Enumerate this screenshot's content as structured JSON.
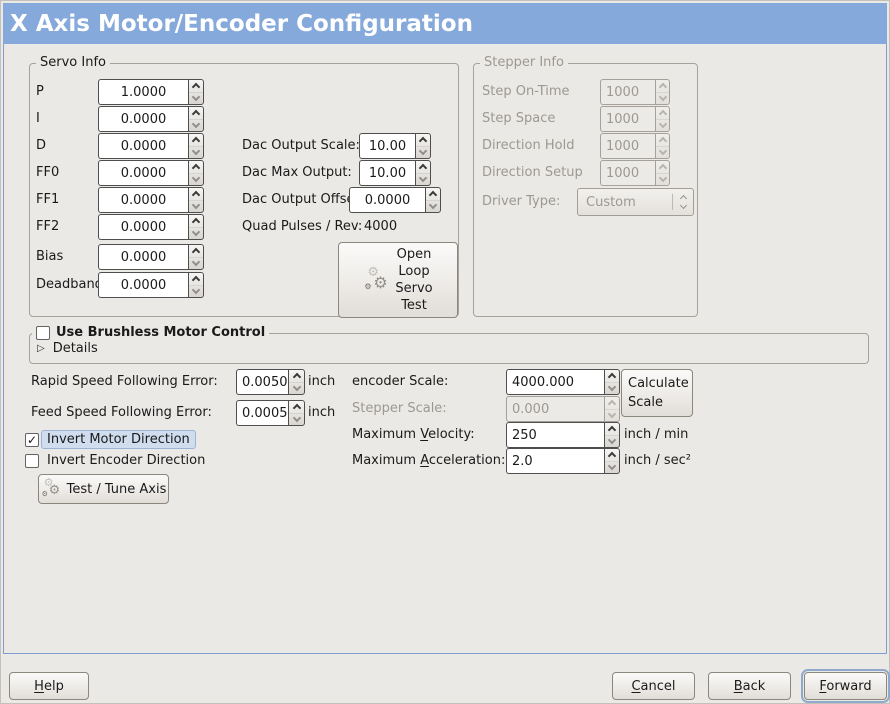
{
  "window": {
    "title": "X Axis Motor/Encoder Configuration"
  },
  "colors": {
    "titlebar": "#86a9db",
    "content_border": "#7e9ecd",
    "focus_label_bg": "#cfddee"
  },
  "icons": {
    "gear": "⚙",
    "expander_collapsed": "▷",
    "check": "✓"
  },
  "servo": {
    "legend": "Servo Info",
    "pid_rows": [
      {
        "label": "P",
        "value": "1.0000"
      },
      {
        "label": "I",
        "value": "0.0000"
      },
      {
        "label": "D",
        "value": "0.0000"
      },
      {
        "label": "FF0",
        "value": "0.0000"
      },
      {
        "label": "FF1",
        "value": "0.0000"
      },
      {
        "label": "FF2",
        "value": "0.0000"
      },
      {
        "label": "Bias",
        "value": "0.0000"
      },
      {
        "label": "Deadband",
        "value": "0.0000"
      }
    ],
    "dac_rows": [
      {
        "label": "Dac Output Scale:",
        "value": "10.00"
      },
      {
        "label": "Dac Max Output:",
        "value": "10.00"
      },
      {
        "label": "Dac Output Offset:",
        "value": "0.0000"
      }
    ],
    "quad": {
      "label": "Quad Pulses / Rev:",
      "value": "4000"
    },
    "open_loop_button": {
      "line1": "Open",
      "line2": "Loop",
      "line3": "Servo",
      "line4": "Test"
    }
  },
  "stepper": {
    "legend": "Stepper Info",
    "enabled": false,
    "rows": [
      {
        "label": "Step On-Time",
        "value": "1000"
      },
      {
        "label": "Step Space",
        "value": "1000"
      },
      {
        "label": "Direction Hold",
        "value": "1000"
      },
      {
        "label": "Direction Setup",
        "value": "1000"
      }
    ],
    "driver": {
      "label": "Driver Type:",
      "value": "Custom"
    }
  },
  "brushless": {
    "legend": "Use Brushless Motor Control",
    "checked": false,
    "details_label": "Details"
  },
  "tuning": {
    "rapid": {
      "label": "Rapid Speed Following Error:",
      "value": "0.0050",
      "unit": "inch"
    },
    "feed": {
      "label": "Feed Speed Following Error:",
      "value": "0.0005",
      "unit": "inch"
    },
    "invert_motor": {
      "label": "Invert Motor Direction",
      "checked": true
    },
    "invert_encoder": {
      "label": "Invert Encoder Direction",
      "checked": false
    },
    "test_button": "Test / Tune Axis"
  },
  "scale": {
    "encoder": {
      "label": "encoder Scale:",
      "value": "4000.000"
    },
    "calculate_button": "Calculate Scale",
    "stepper": {
      "label": "Stepper Scale:",
      "value": "0.000",
      "enabled": false
    },
    "velocity": {
      "pre": "Maximum ",
      "mn": "V",
      "post": "elocity:",
      "value": "250",
      "unit": "inch / min"
    },
    "accel": {
      "pre": "Maximum ",
      "mn": "A",
      "post": "cceleration:",
      "value": "2.0",
      "unit": "inch / sec²"
    }
  },
  "footer": {
    "help": {
      "mn": "H",
      "post": "elp"
    },
    "cancel": {
      "mn": "C",
      "post": "ancel"
    },
    "back": {
      "mn": "B",
      "post": "ack"
    },
    "forward": {
      "mn": "F",
      "post": "orward"
    }
  }
}
